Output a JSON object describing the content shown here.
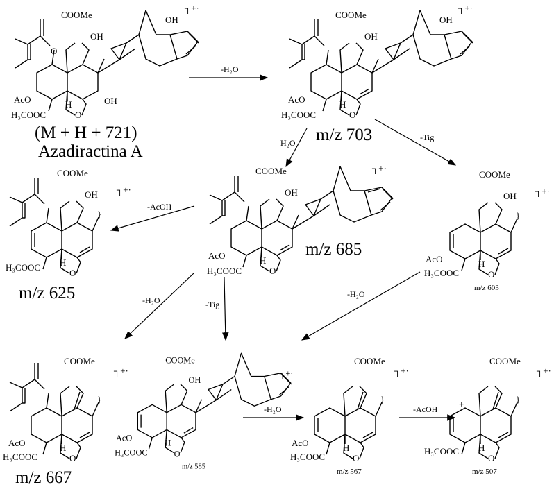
{
  "labels": {
    "coome": "COOMe",
    "oh": "OH",
    "aco": "AcO",
    "h3cooc": "H₃COOC",
    "h": "H",
    "o": "O",
    "radical_cation": "┐+·",
    "plus": "+"
  },
  "compounds": {
    "parent": {
      "caption": "(M + H + 721)",
      "name": "Azadiractina A"
    },
    "c703": {
      "caption": "m/z 703"
    },
    "c685": {
      "caption": "m/z 685"
    },
    "c625": {
      "caption": "m/z 625"
    },
    "c603": {
      "caption": "m/z 603"
    },
    "c667": {
      "caption": "m/z 667"
    },
    "c585": {
      "caption": "m/z 585"
    },
    "c567": {
      "caption": "m/z 567"
    },
    "c507": {
      "caption": "m/z 507"
    }
  },
  "arrows": {
    "a721_703": "-H₂O",
    "a703_685": "H₂O",
    "a703_603": "-Tig",
    "a685_625": "-AcOH",
    "a685_667": "-H₂O",
    "a685_585": "-Tig",
    "a603_567": "-H₂O",
    "a585_567": "-H₂O",
    "a567_507": "-AcOH"
  }
}
